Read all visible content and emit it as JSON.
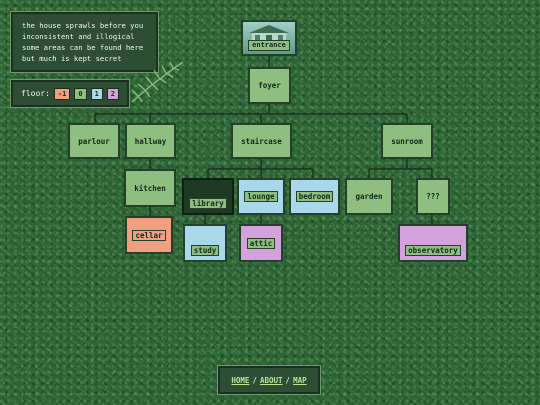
{
  "intro": {
    "lines": [
      "the house sprawls before you",
      "inconsistent and illogical",
      "some areas can be found here",
      "but much is kept secret"
    ]
  },
  "floor": {
    "label": "floor:",
    "options": [
      {
        "label": "-1",
        "color": "#f0a080"
      },
      {
        "label": "0",
        "color": "#8fbf80"
      },
      {
        "label": "1",
        "color": "#a8d8ea"
      },
      {
        "label": "2",
        "color": "#d3a2dc"
      }
    ]
  },
  "rooms": {
    "entrance": "entrance",
    "foyer": "foyer",
    "parlour": "parlour",
    "hallway": "hallway",
    "staircase": "staircase",
    "sunroom": "sunroom",
    "kitchen": "kitchen",
    "library": "library",
    "lounge": "lounge",
    "bedroom": "bedroom",
    "garden": "garden",
    "unknown": "???",
    "cellar": "cellar",
    "study": "study",
    "attic": "attic",
    "observatory": "observatory"
  },
  "nav": {
    "home": "HOME",
    "about": "ABOUT",
    "map": "MAP",
    "sep": "/"
  }
}
